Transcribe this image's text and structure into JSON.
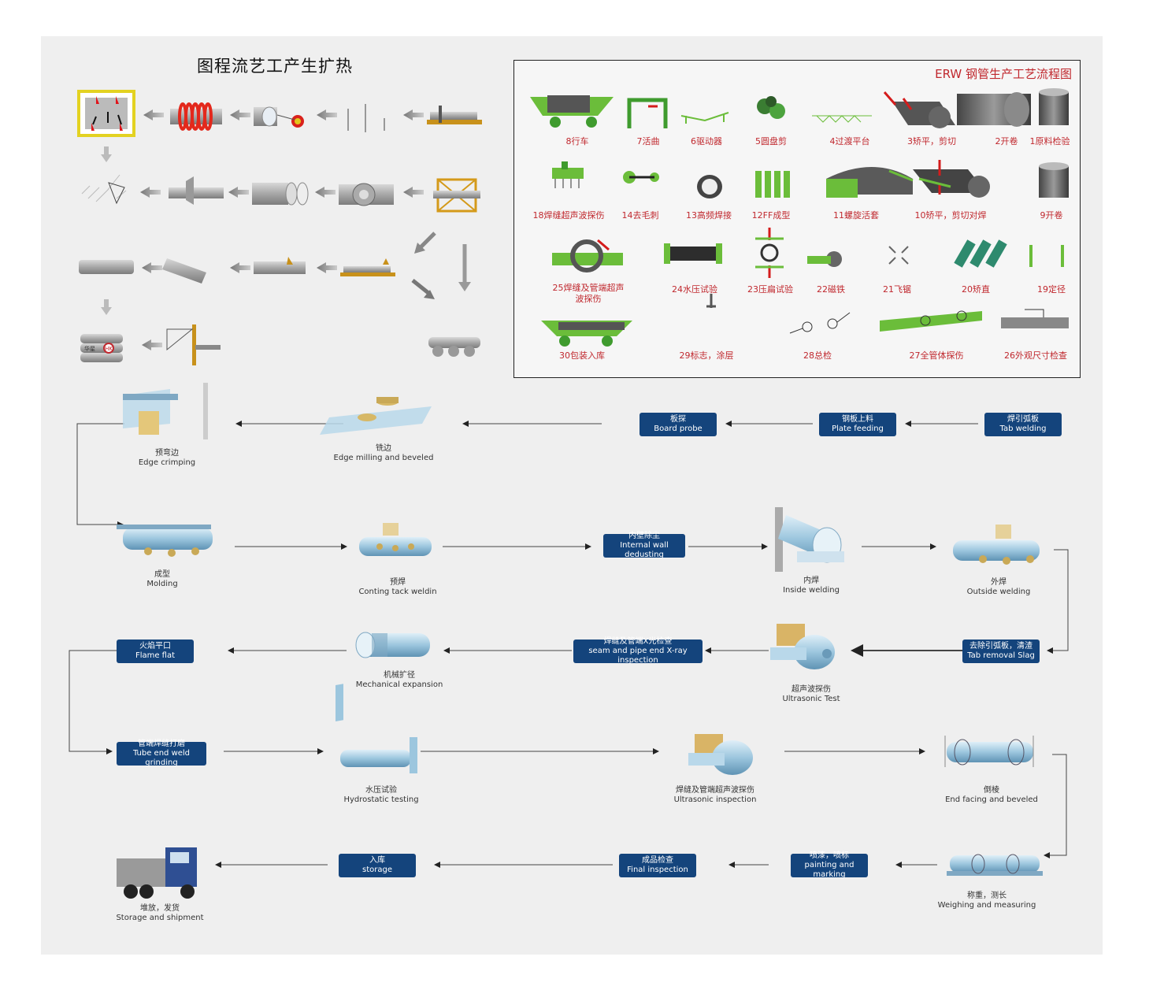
{
  "hot_title": "图程流艺工产生扩热",
  "erw_title": "ERW 钢管生产工艺流程图",
  "erw_steps": [
    "1原料检验",
    "2开卷",
    "3矫平，剪切",
    "4过渡平台",
    "5圆盘剪",
    "6驱动器",
    "7活曲",
    "8行车",
    "9开卷",
    "10矫平，剪切对焊",
    "11螺旋活套",
    "12FF成型",
    "13高频焊接",
    "14去毛刺",
    "18焊缝超声波探伤",
    "19定径",
    "20矫直",
    "21飞锯",
    "22磁铁",
    "23压扁试验",
    "24水压试验",
    "25焊缝及管端超声波探伤",
    "26外观尺寸检查",
    "27全管体探伤",
    "28总检",
    "29标志，涂层",
    "30包装入库"
  ],
  "hk_label": "华星",
  "flow": {
    "tab_welding": {
      "cn": "焊引弧板",
      "en": "Tab welding"
    },
    "plate_feeding": {
      "cn": "钢板上料",
      "en": "Plate feeding"
    },
    "board_probe": {
      "cn": "板探",
      "en": "Board probe"
    },
    "edge_milling": {
      "cn": "铣边",
      "en": "Edge milling and beveled"
    },
    "edge_crimping": {
      "cn": "预弯边",
      "en": "Edge crimping"
    },
    "molding": {
      "cn": "成型",
      "en": "Molding"
    },
    "tack_welding": {
      "cn": "预焊",
      "en": "Conting tack weldin"
    },
    "internal_dedusting": {
      "cn": "内壁除尘",
      "en": "Internal wall dedusting"
    },
    "inside_welding": {
      "cn": "内焊",
      "en": "Inside welding"
    },
    "outside_welding": {
      "cn": "外焊",
      "en": "Outside welding"
    },
    "tab_removal": {
      "cn": "去除引弧板，清渣",
      "en": "Tab removal Slag"
    },
    "ultrasonic_test": {
      "cn": "超声波探伤",
      "en": "Ultrasonic Test"
    },
    "xray": {
      "cn": "焊缝及管端X光检查",
      "en": "seam and pipe end X-ray inspection"
    },
    "mech_expansion": {
      "cn": "机械扩径",
      "en": "Mechanical expansion"
    },
    "flame_flat": {
      "cn": "火焰平口",
      "en": "Flame flat"
    },
    "tube_grinding": {
      "cn": "管端焊缝打磨",
      "en": "Tube end weld grinding"
    },
    "hydrostatic": {
      "cn": "水压试验",
      "en": "Hydrostatic testing"
    },
    "ultrasonic_insp": {
      "cn": "焊缝及管端超声波探伤",
      "en": "Ultrasonic inspection"
    },
    "end_facing": {
      "cn": "倒棱",
      "en": "End facing and beveled"
    },
    "weighing": {
      "cn": "称重，测长",
      "en": "Weighing and measuring"
    },
    "painting": {
      "cn": "喷漆，喷标",
      "en": "painting and marking"
    },
    "final_inspection": {
      "cn": "成品检查",
      "en": "Final inspection"
    },
    "storage": {
      "cn": "入库",
      "en": "storage"
    },
    "shipment": {
      "cn": "堆放，发货",
      "en": "Storage and shipment"
    }
  }
}
